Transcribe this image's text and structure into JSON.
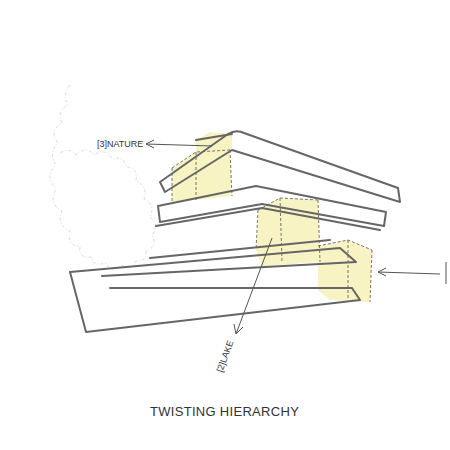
{
  "diagram": {
    "title": "TWISTING HIERARCHY",
    "labels": [
      "[3]NATURE",
      "[2]LAKE"
    ]
  }
}
